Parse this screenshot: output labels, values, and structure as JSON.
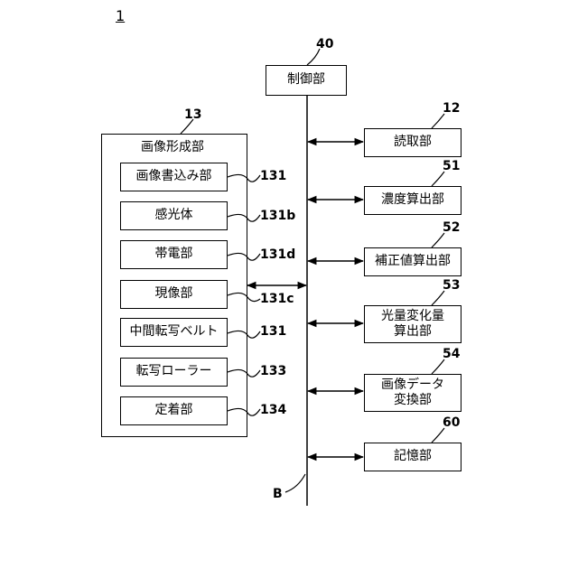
{
  "figure_number": "1",
  "bus_label": "B",
  "controller": {
    "label": "制御部",
    "ref": "40"
  },
  "image_forming": {
    "title": "画像形成部",
    "ref": "13",
    "items": [
      {
        "label": "画像書込み部",
        "ref": "131"
      },
      {
        "label": "感光体",
        "ref": "131b"
      },
      {
        "label": "帯電部",
        "ref": "131d"
      },
      {
        "label": "現像部",
        "ref": "131c"
      },
      {
        "label": "中間転写ベルト",
        "ref": "131"
      },
      {
        "label": "転写ローラー",
        "ref": "133"
      },
      {
        "label": "定着部",
        "ref": "134"
      }
    ]
  },
  "right_units": [
    {
      "label": "読取部",
      "ref": "12"
    },
    {
      "label": "濃度算出部",
      "ref": "51"
    },
    {
      "label": "補正値算出部",
      "ref": "52"
    },
    {
      "label": "光量変化量\n算出部",
      "ref": "53"
    },
    {
      "label": "画像データ\n変換部",
      "ref": "54"
    },
    {
      "label": "記憶部",
      "ref": "60"
    }
  ]
}
